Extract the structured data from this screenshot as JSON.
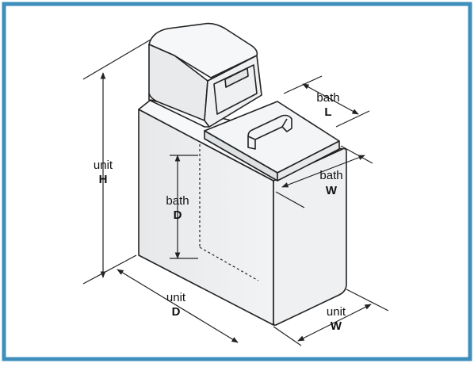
{
  "colors": {
    "border": "#3f8fbd",
    "body_fill": "#eceef0",
    "top_fill": "#f7f8f9",
    "stroke": "#222222"
  },
  "labels": {
    "bath_length": {
      "line1": "bath",
      "line2": "L"
    },
    "bath_width": {
      "line1": "bath",
      "line2": "W"
    },
    "bath_depth": {
      "line1": "bath",
      "line2": "D"
    },
    "unit_height": {
      "line1": "unit",
      "line2": "H"
    },
    "unit_depth": {
      "line1": "unit",
      "line2": "D"
    },
    "unit_width": {
      "line1": "unit",
      "line2": "W"
    }
  }
}
